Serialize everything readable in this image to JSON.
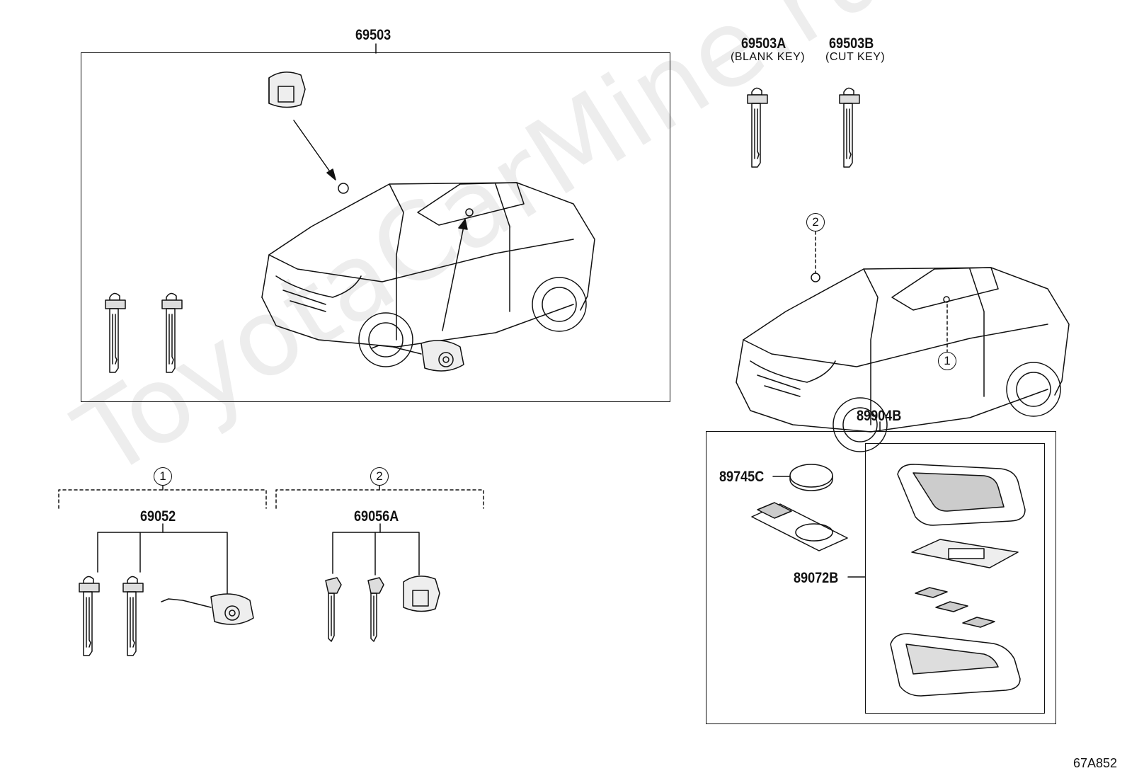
{
  "labels": {
    "main_kit": "69503",
    "blank_key": "69503A",
    "blank_key_desc": "(BLANK KEY)",
    "cut_key": "69503B",
    "cut_key_desc": "(CUT KEY)",
    "group_1_part": "69052",
    "group_2_part": "69056A",
    "remote_assy": "89904B",
    "battery": "89745C",
    "remote_case": "89072B"
  },
  "callouts": {
    "one": "1",
    "two": "2"
  },
  "watermark": "ToyotaCarMine.ru",
  "drawing_ref": "67A852"
}
